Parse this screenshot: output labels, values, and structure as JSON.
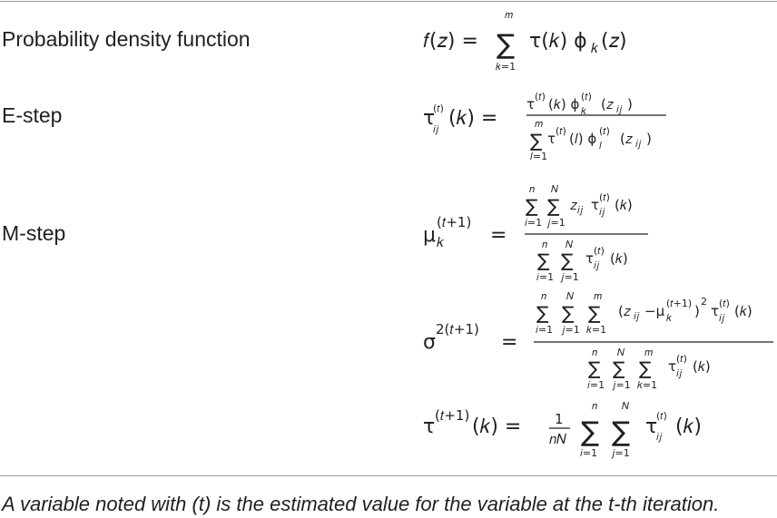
{
  "rows": [
    {
      "label": "Probability density function"
    },
    {
      "label": "E-step"
    },
    {
      "label": "M-step"
    }
  ],
  "footnote": "A variable noted with (t) is the estimated value for the variable at the t-th iteration."
}
